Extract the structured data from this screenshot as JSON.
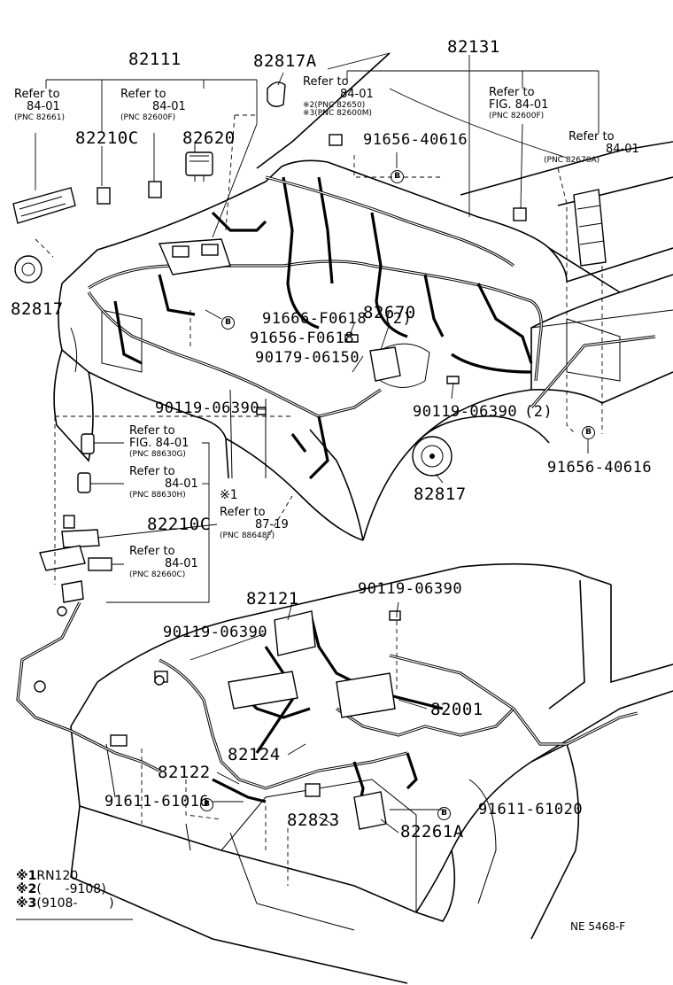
{
  "labels": {
    "p82111": "82111",
    "p82817A": "82817A",
    "p82131": "82131",
    "p82210C_top": "82210C",
    "p82620": "82620",
    "p82817_left": "82817",
    "p91656_40616_top": "91656-40616",
    "p91666_F0618": "91666-F0618",
    "p82670": "82670",
    "p91656_F0618": "91656-F0618",
    "p90179_06150": "90179-06150",
    "p90119_06390_left": "90119-06390",
    "p90119_06390_right": "90119-06390",
    "qty_2": "(2)",
    "qty_2b": "(2)",
    "p91656_40616_right": "91656-40616",
    "p82817_right": "82817",
    "p82210C_mid": "82210C",
    "p90119_06390_lower_right": "90119-06390",
    "p82121": "82121",
    "p90119_06390_lower_left": "90119-06390",
    "p82001": "82001",
    "p82124": "82124",
    "p82122": "82122",
    "p91611_61016": "91611-61016",
    "p91611_61020": "91611-61020",
    "p82823": "82823",
    "p82261A": "82261A",
    "circle_b": "B"
  },
  "refs": [
    {
      "id": "ref1",
      "line1": "Refer to",
      "line2": "84-01",
      "pnc": "(PNC 82661)"
    },
    {
      "id": "ref2",
      "line1": "Refer to",
      "line2": "84-01",
      "pnc": "(PNC 82600F)"
    },
    {
      "id": "ref3",
      "line1": "Refer to",
      "line2": "84-01",
      "pnc": ""
    },
    {
      "id": "ref4",
      "line1": "Refer to",
      "line2": "FIG. 84-01",
      "pnc": "(PNC 82600F)"
    },
    {
      "id": "ref5",
      "line1": "Refer to",
      "line2": "84-01",
      "pnc": "(PNC 82670A)"
    },
    {
      "id": "ref6",
      "line1": "Refer to",
      "line2": "FIG. 84-01",
      "pnc": "(PNC 88630G)"
    },
    {
      "id": "ref7",
      "line1": "Refer to",
      "line2": "84-01",
      "pnc": "(PNC 88630H)"
    },
    {
      "id": "ref8",
      "line1": "Refer to",
      "line2": "87-19",
      "pnc": "(PNC 88648F)"
    },
    {
      "id": "ref9",
      "line1": "Refer to",
      "line2": "84-01",
      "pnc": "(PNC 82660C)"
    }
  ],
  "ref3_variants": {
    "v2": "※2(PNC 82650)",
    "v3": "※3(PNC 82600M)"
  },
  "mark1": "※1",
  "legend": [
    {
      "mark": "※1",
      "text": "RN120"
    },
    {
      "mark": "※2",
      "text": "(      -9108)"
    },
    {
      "mark": "※3",
      "text": "(9108-        )"
    }
  ],
  "figure_code": "NE 5468-F"
}
